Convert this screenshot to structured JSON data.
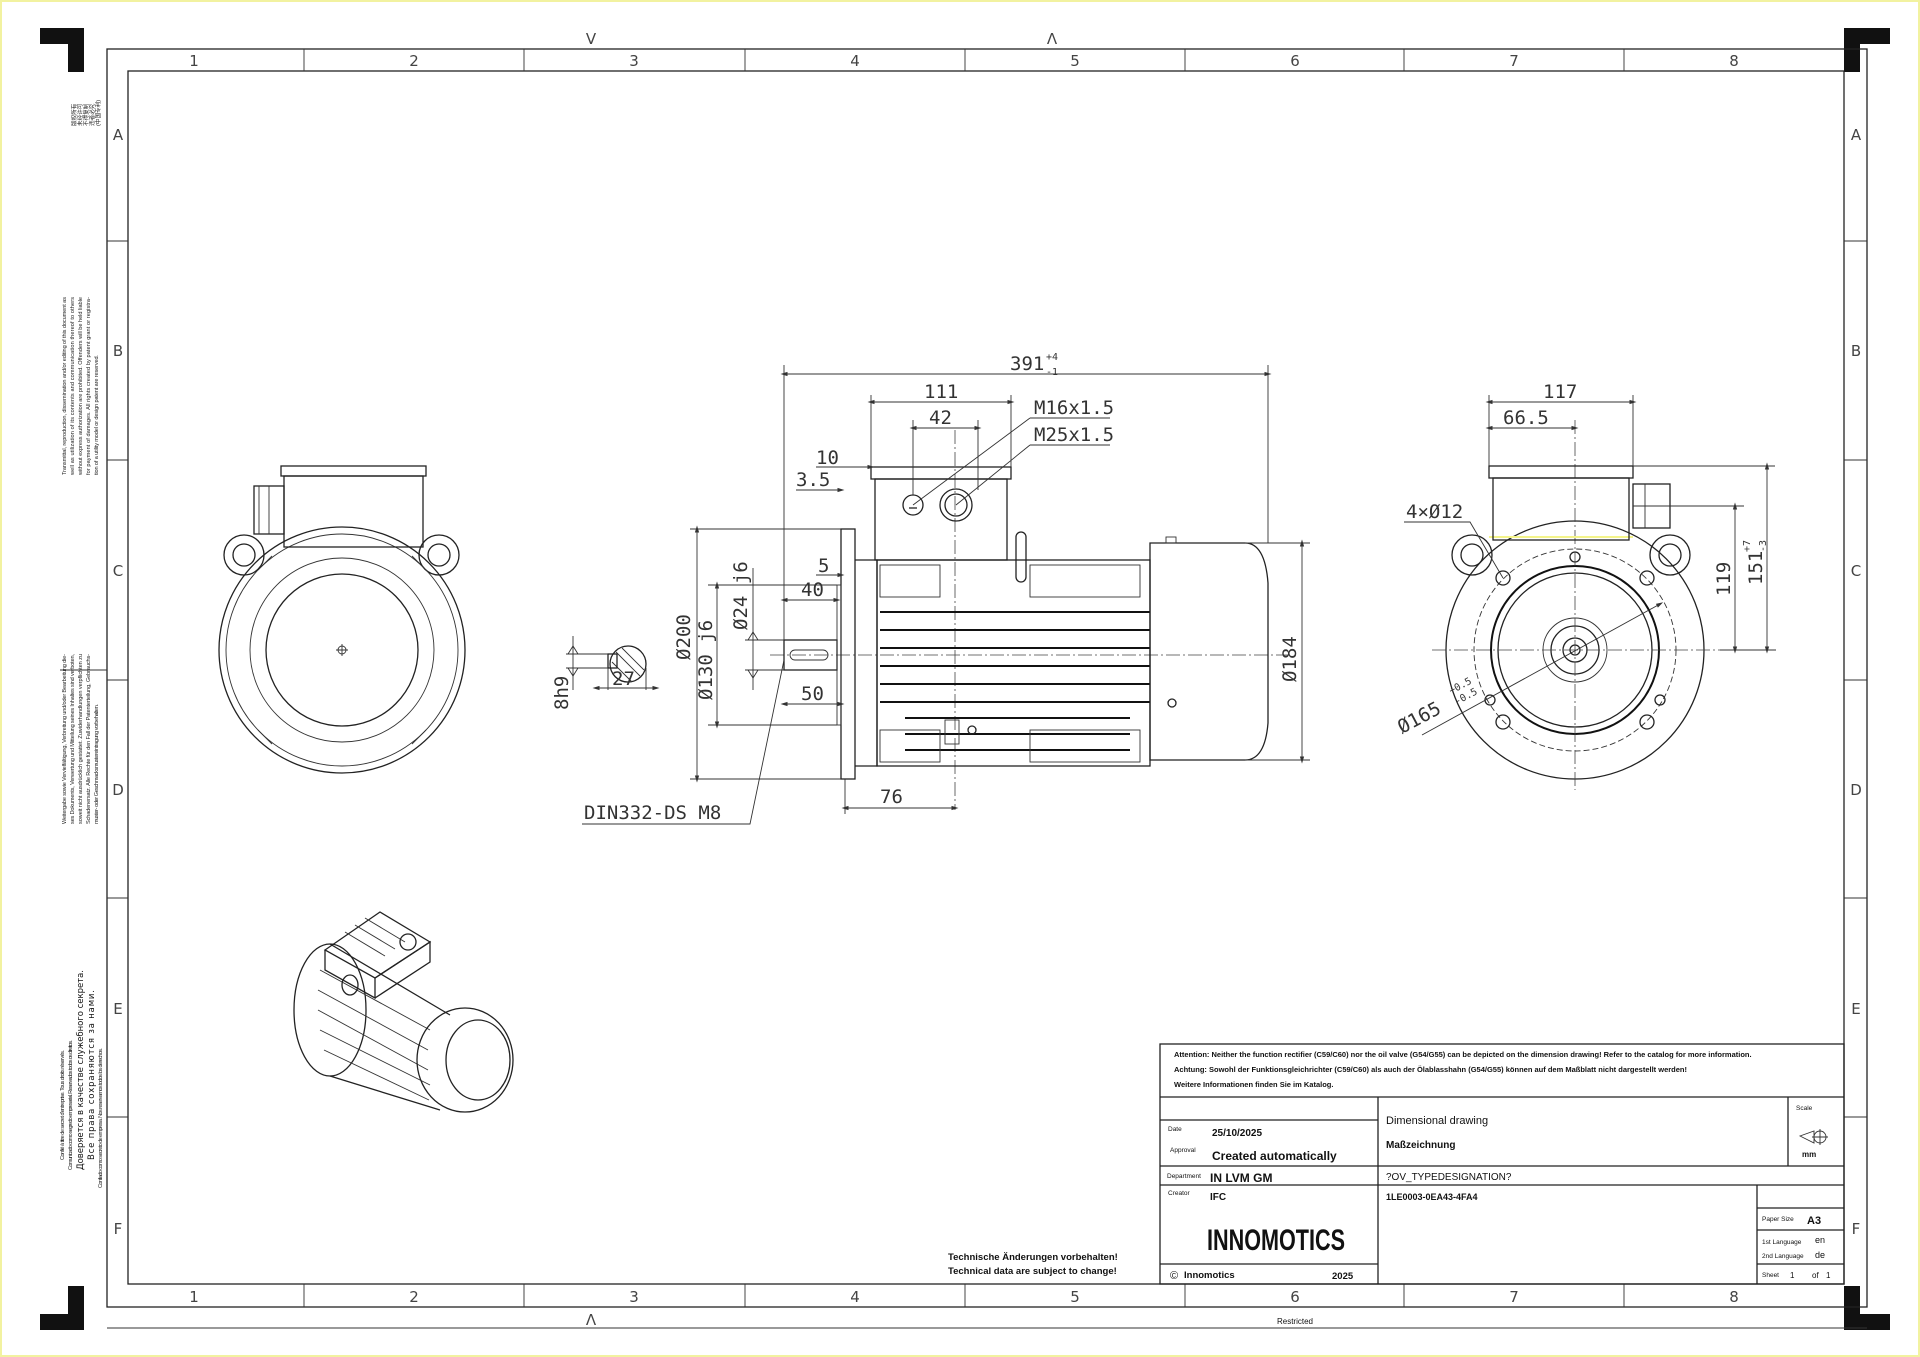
{
  "frame": {
    "columns": [
      "1",
      "2",
      "3",
      "4",
      "5",
      "6",
      "7",
      "8"
    ],
    "rows": [
      "A",
      "B",
      "C",
      "D",
      "E",
      "F"
    ],
    "top_marks": [
      "V",
      "Λ"
    ],
    "bottom_mark": "Λ",
    "restricted": "Restricted"
  },
  "margin": {
    "chinese": [
      "版权所有",
      "未经许可",
      "不得复制",
      "违者必究",
      "(中国专利)"
    ],
    "english": [
      "Transmittal, reproduction, dissemination and/or editing of this document as",
      "well as utilization of its contents and communication thereof to others",
      "without express authorization are prohibited. Offenders will be held liable",
      "for payment of damages. All rights created by patent grant or registra-",
      "tion of a utility model or design patent are reserved."
    ],
    "german": [
      "Weitergabe sowie Vervielfältigung, Verbreitung und/oder Bearbeitung die-",
      "ses Dokuments, Verwertung und Mitteilung seines Inhaltes sind verboten,",
      "soweit nicht ausdrücklich gestattet. Zuwiderhandlungen verpflichten zu",
      "Schadenersatz. Alle Rechte für den Fall der Patenterteilung, Gebrauchs-",
      "muster- oder Geschmacksmustereintragung vorbehalten."
    ],
    "french": "Confié à titre de secret d'entreprise. Tous droits réservés.",
    "portuguese": "Comunicado como segredo empresarial. Reservados todos os direitos.",
    "russian": [
      "Доверяется в качестве служебного секрета.",
      "Все права сохраняются за нами."
    ],
    "spanish": "Confiado como secreto de empresa. Nos reservamos todos los derechos."
  },
  "dimensions": {
    "overall_length": "391",
    "overall_length_tol_plus": "+4",
    "overall_length_tol_minus": "-1",
    "box_length": "111",
    "gland_spacing": "42",
    "gland_small": "M16x1.5",
    "gland_large": "M25x1.5",
    "d10": "10",
    "d3_5": "3.5",
    "d5": "5",
    "d40": "40",
    "d50": "50",
    "shaft_dia": "Ø24 j6",
    "spigot_dia": "Ø130 j6",
    "flange_dia": "Ø200",
    "fan_dia": "Ø184",
    "d76": "76",
    "center_hole": "DIN332-DS M8",
    "key_width": "8h9",
    "key_height": "27",
    "box_width": "117",
    "box_offset": "66.5",
    "holes": "4×Ø12",
    "shaft_height": "119",
    "total_height": "151",
    "total_height_tol_plus": "+7",
    "total_height_tol_minus": "-3",
    "bolt_circle": "Ø165",
    "bolt_circle_tol_plus": "+0.5",
    "bolt_circle_tol_minus": "-0.5"
  },
  "notes": {
    "change_de": "Technische Änderungen vorbehalten!",
    "change_en": "Technical data are subject to change!"
  },
  "title_block": {
    "attention_en": "Attention: Neither the function rectifier (C59/C60) nor the oil valve (G54/G55) can be depicted on the dimension drawing! Refer to the catalog for more information.",
    "attention_de": "Achtung: Sowohl der Funktionsgleichrichter (C59/C60) als auch der Ölablasshahn (G54/G55) können auf dem Maßblatt nicht dargestellt werden!",
    "attention_de2": "Weitere Informationen finden Sie im Katalog.",
    "date_label": "Date",
    "date": "25/10/2025",
    "approval_label": "Approval",
    "approval": "Created automatically",
    "department_label": "Department",
    "department": "IN LVM GM",
    "creator_label": "Creator",
    "creator": "IFC",
    "title_en": "Dimensional drawing",
    "title_de": "Maßzeichnung",
    "type_designation": "?OV_TYPEDESIGNATION?",
    "order_number": "1LE0003-0EA43-4FA4",
    "scale_label": "Scale",
    "scale_unit": "mm",
    "logo": "INNOMOTICS",
    "copyright_symbol": "©",
    "copyright_owner": "Innomotics",
    "copyright_year": "2025",
    "paper_size_label": "Paper Size",
    "paper_size": "A3",
    "lang1_label": "1st Language",
    "lang1": "en",
    "lang2_label": "2nd Language",
    "lang2": "de",
    "sheet_label": "Sheet",
    "sheet": "1",
    "of_label": "of",
    "sheet_total": "1"
  },
  "colors": {
    "line": "#222222",
    "highlight": "#f4f48a"
  }
}
